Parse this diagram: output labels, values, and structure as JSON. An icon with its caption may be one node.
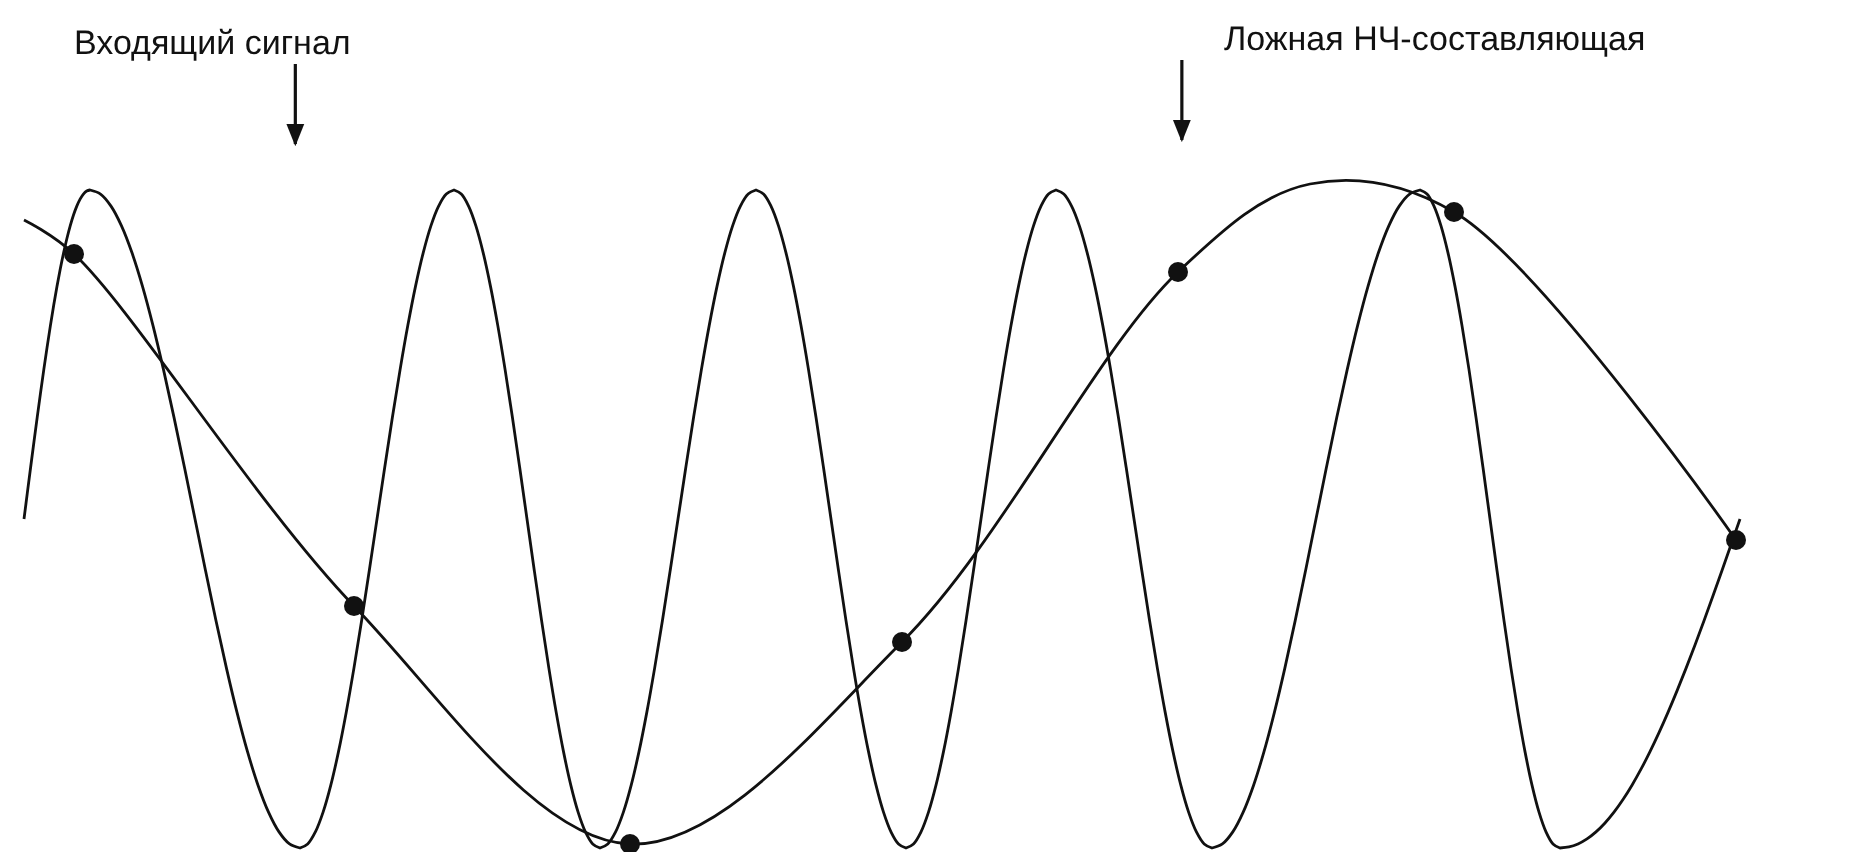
{
  "diagram": {
    "nodes": [
      {
        "text": [
          "Входящий сигнал"
        ]
      },
      {
        "text": [
          "Ложная НЧ-составляющая"
        ]
      },
      {
        "text": [],
        "shape": "line"
      },
      {
        "text": [],
        "shape": "line"
      }
    ],
    "edges": [
      {
        "from": 0,
        "to": 2,
        "arrow": "to"
      },
      {
        "from": 1,
        "to": 3,
        "arrow": "to"
      }
    ]
  }
}
